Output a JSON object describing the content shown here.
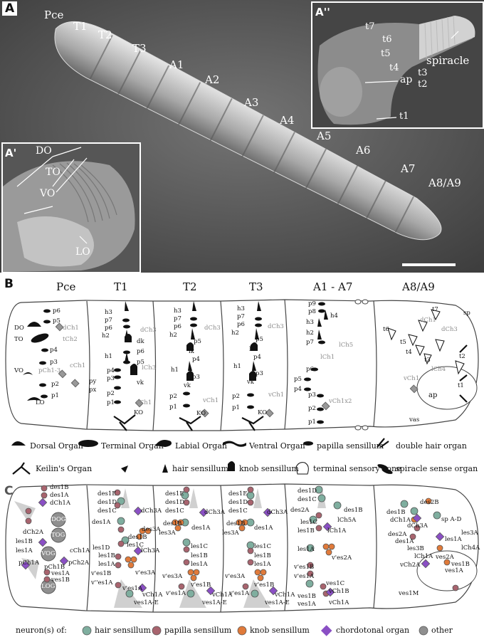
{
  "panelA": {
    "label": "A",
    "segments": [
      "Pce",
      "T1",
      "T2",
      "T3",
      "A1",
      "A2",
      "A3",
      "A4",
      "A5",
      "A6",
      "A7",
      "A8/A9"
    ],
    "insetA1": {
      "label": "A'",
      "organs": [
        "DO",
        "TO",
        "VO",
        "LO"
      ]
    },
    "insetA2": {
      "label": "A''",
      "labels": [
        "t7",
        "t6",
        "t5",
        "t4",
        "t3",
        "t2",
        "ap",
        "t1",
        "spiracle"
      ]
    }
  },
  "panelB": {
    "label": "B",
    "headers": [
      "Pce",
      "T1",
      "T2",
      "T3",
      "A1 - A7",
      "A8/A9"
    ],
    "pce": [
      "p6",
      "p5",
      "dCh1",
      "DO",
      "tCh2",
      "TO",
      "p4",
      "p3",
      "cCh1",
      "VO",
      "pCh1-3",
      "p2",
      "p1",
      "LO"
    ],
    "t1": [
      "h3",
      "p7",
      "p6",
      "h2",
      "dCh3",
      "dk",
      "h1",
      "p6",
      "p5",
      "lCh3",
      "p4",
      "p3",
      "py",
      "px",
      "p2",
      "vk",
      "p1",
      "vCh1",
      "KO"
    ],
    "t2": [
      "h3",
      "p7",
      "p6",
      "h2",
      "dCh3",
      "p5",
      "lk",
      "p4",
      "h1",
      "p3",
      "vk",
      "p2",
      "p1",
      "vCh1",
      "KO"
    ],
    "t3": [
      "h3",
      "p7",
      "p6",
      "h2",
      "dCh3",
      "p5",
      "lk",
      "p4",
      "h1",
      "p3",
      "vk",
      "p2",
      "p1",
      "vCh1",
      "KO"
    ],
    "a17": [
      "p9",
      "p8",
      "h4",
      "h3",
      "h2",
      "p7",
      "lCh5",
      "lCh1",
      "p6",
      "p5",
      "p4",
      "p3",
      "vCh1x2",
      "p2",
      "p1"
    ],
    "a89": [
      "t7",
      "sp",
      "t6",
      "dCh1",
      "dCh3",
      "t5",
      "t4",
      "t3",
      "t2",
      "lCh4",
      "vCh1",
      "t1",
      "ap",
      "vas"
    ],
    "legend_row1": [
      "Dorsal Organ",
      "Terminal Organ",
      "Labial Organ",
      "Ventral Organ",
      "papilla sensillum",
      "double hair organ"
    ],
    "legend_row2": [
      "Keilin's Organ",
      "hair sensillum",
      "knob sensillum",
      "terminal sensory cone",
      "spiracle sense organ"
    ]
  },
  "panelC": {
    "label": "C",
    "pce": [
      "des1B",
      "des1A",
      "dCh1A",
      "dCh2A",
      "les1B",
      "les1A",
      "cCh1A",
      "pCh1A",
      "pCh1B",
      "pCh2A",
      "ves1A",
      "ves1B",
      "DOG",
      "TOG",
      "VOG",
      "LOG"
    ],
    "t1": [
      "des1E",
      "des1D",
      "des1C",
      "dCh3A",
      "des1A",
      "des3A",
      "des1B",
      "les1C",
      "lCh3A",
      "les1D",
      "les1B",
      "les1A",
      "v'es1B",
      "v'es3A",
      "v''es1A",
      "v'es1A",
      "vCh1A",
      "ves1A-E"
    ],
    "t2": [
      "des1E",
      "des1D",
      "des1C",
      "dCh3A",
      "des1B",
      "des1A",
      "les3A",
      "les1C",
      "les1B",
      "les1A",
      "v'es3A",
      "v'es1B",
      "v'es1A",
      "vCh1A",
      "ves1A-E"
    ],
    "t3": [
      "des1E",
      "des1D",
      "des1C",
      "dCh3A",
      "des1B",
      "des1A",
      "les3A",
      "les1C",
      "les1B",
      "les1A",
      "v'es3A",
      "v'es1B",
      "v'es1A",
      "vCh1A",
      "ves1A-E"
    ],
    "a17": [
      "des1D",
      "des1C",
      "des2A",
      "des1B",
      "les1C",
      "lCh5A",
      "les1B",
      "lCh1A",
      "les1A",
      "v'es2A",
      "v'es1B",
      "v'es1A",
      "ves1C",
      "vCh1B",
      "ves1B",
      "ves1A",
      "vCh1A"
    ],
    "a89": [
      "des2B",
      "des1B",
      "dCh1A",
      "sp A-D",
      "dCh3A",
      "des2A",
      "les3A",
      "des1A",
      "les1A",
      "les3B",
      "lCh4A",
      "lCh1A",
      "ves2A",
      "vCh2A",
      "ves1B",
      "ves1A",
      "ves1M"
    ],
    "legend_prefix": "neuron(s) of:",
    "legend": [
      "hair sensillum",
      "papilla sensillum",
      "knob sensillum",
      "chordotonal organ",
      "other"
    ]
  },
  "colors": {
    "hair": "#7fae9f",
    "papilla": "#a8646e",
    "knob": "#e07a3a",
    "chordotonal": "#8a4fc4",
    "other": "#8f8f8f"
  }
}
